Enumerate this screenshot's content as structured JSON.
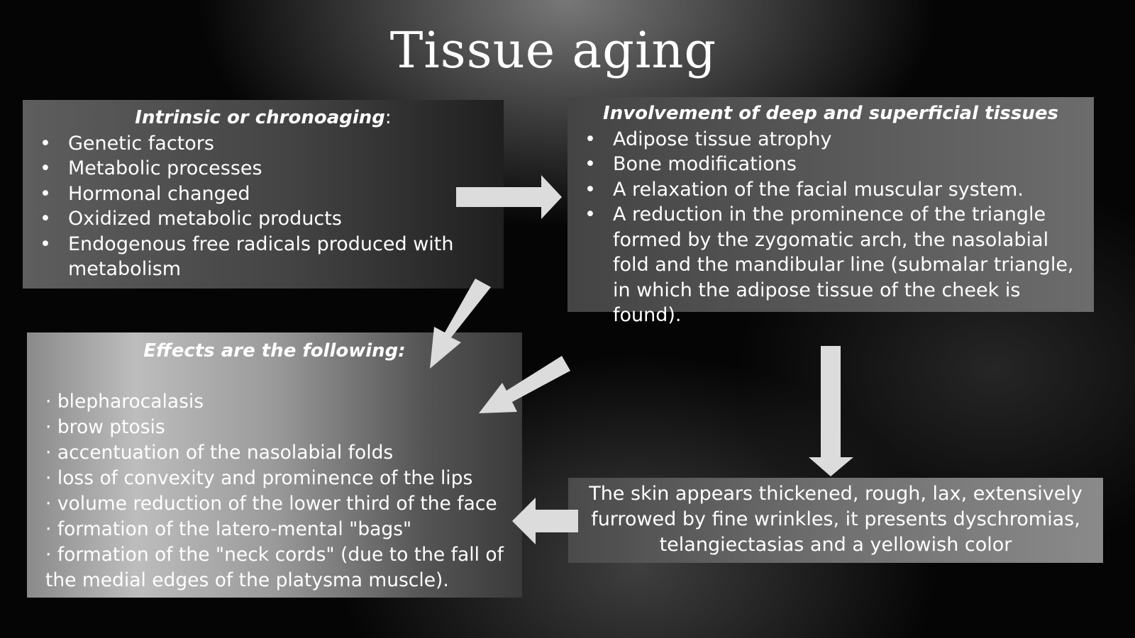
{
  "title": "Tissue aging",
  "intrinsic": {
    "heading": "Intrinsic or chronoaging",
    "heading_suffix": ":",
    "items": [
      "Genetic factors",
      "Metabolic processes",
      "Hormonal changed",
      "Oxidized metabolic products",
      "Endogenous free radicals produced with metabolism"
    ]
  },
  "involvement": {
    "heading": "Involvement of deep and superficial tissues",
    "items": [
      "Adipose tissue atrophy",
      "Bone modifications",
      "A relaxation of the facial muscular system.",
      "A reduction in the prominence of the triangle formed by the zygomatic arch, the nasolabial fold and the mandibular line (submalar triangle, in which the adipose tissue of the cheek is found)."
    ]
  },
  "effects": {
    "heading": "Effects are the following:",
    "items": [
      "· blepharocalasis",
      "· brow ptosis",
      "· accentuation of the nasolabial folds",
      "· loss of convexity and prominence of the lips",
      "· volume reduction of the lower third of the face",
      "· formation of the latero-mental \"bags\"",
      "· formation of the \"neck cords\" (due to the fall of the medial edges of the platysma muscle)."
    ]
  },
  "skin": {
    "text": "The skin appears thickened, rough, lax, extensively furrowed by fine wrinkles, it presents dyschromias, telangiectasias and a yellowish color"
  },
  "bullet_glyph": "•",
  "colors": {
    "arrow": "#dcdcdc",
    "text": "#ffffff"
  }
}
